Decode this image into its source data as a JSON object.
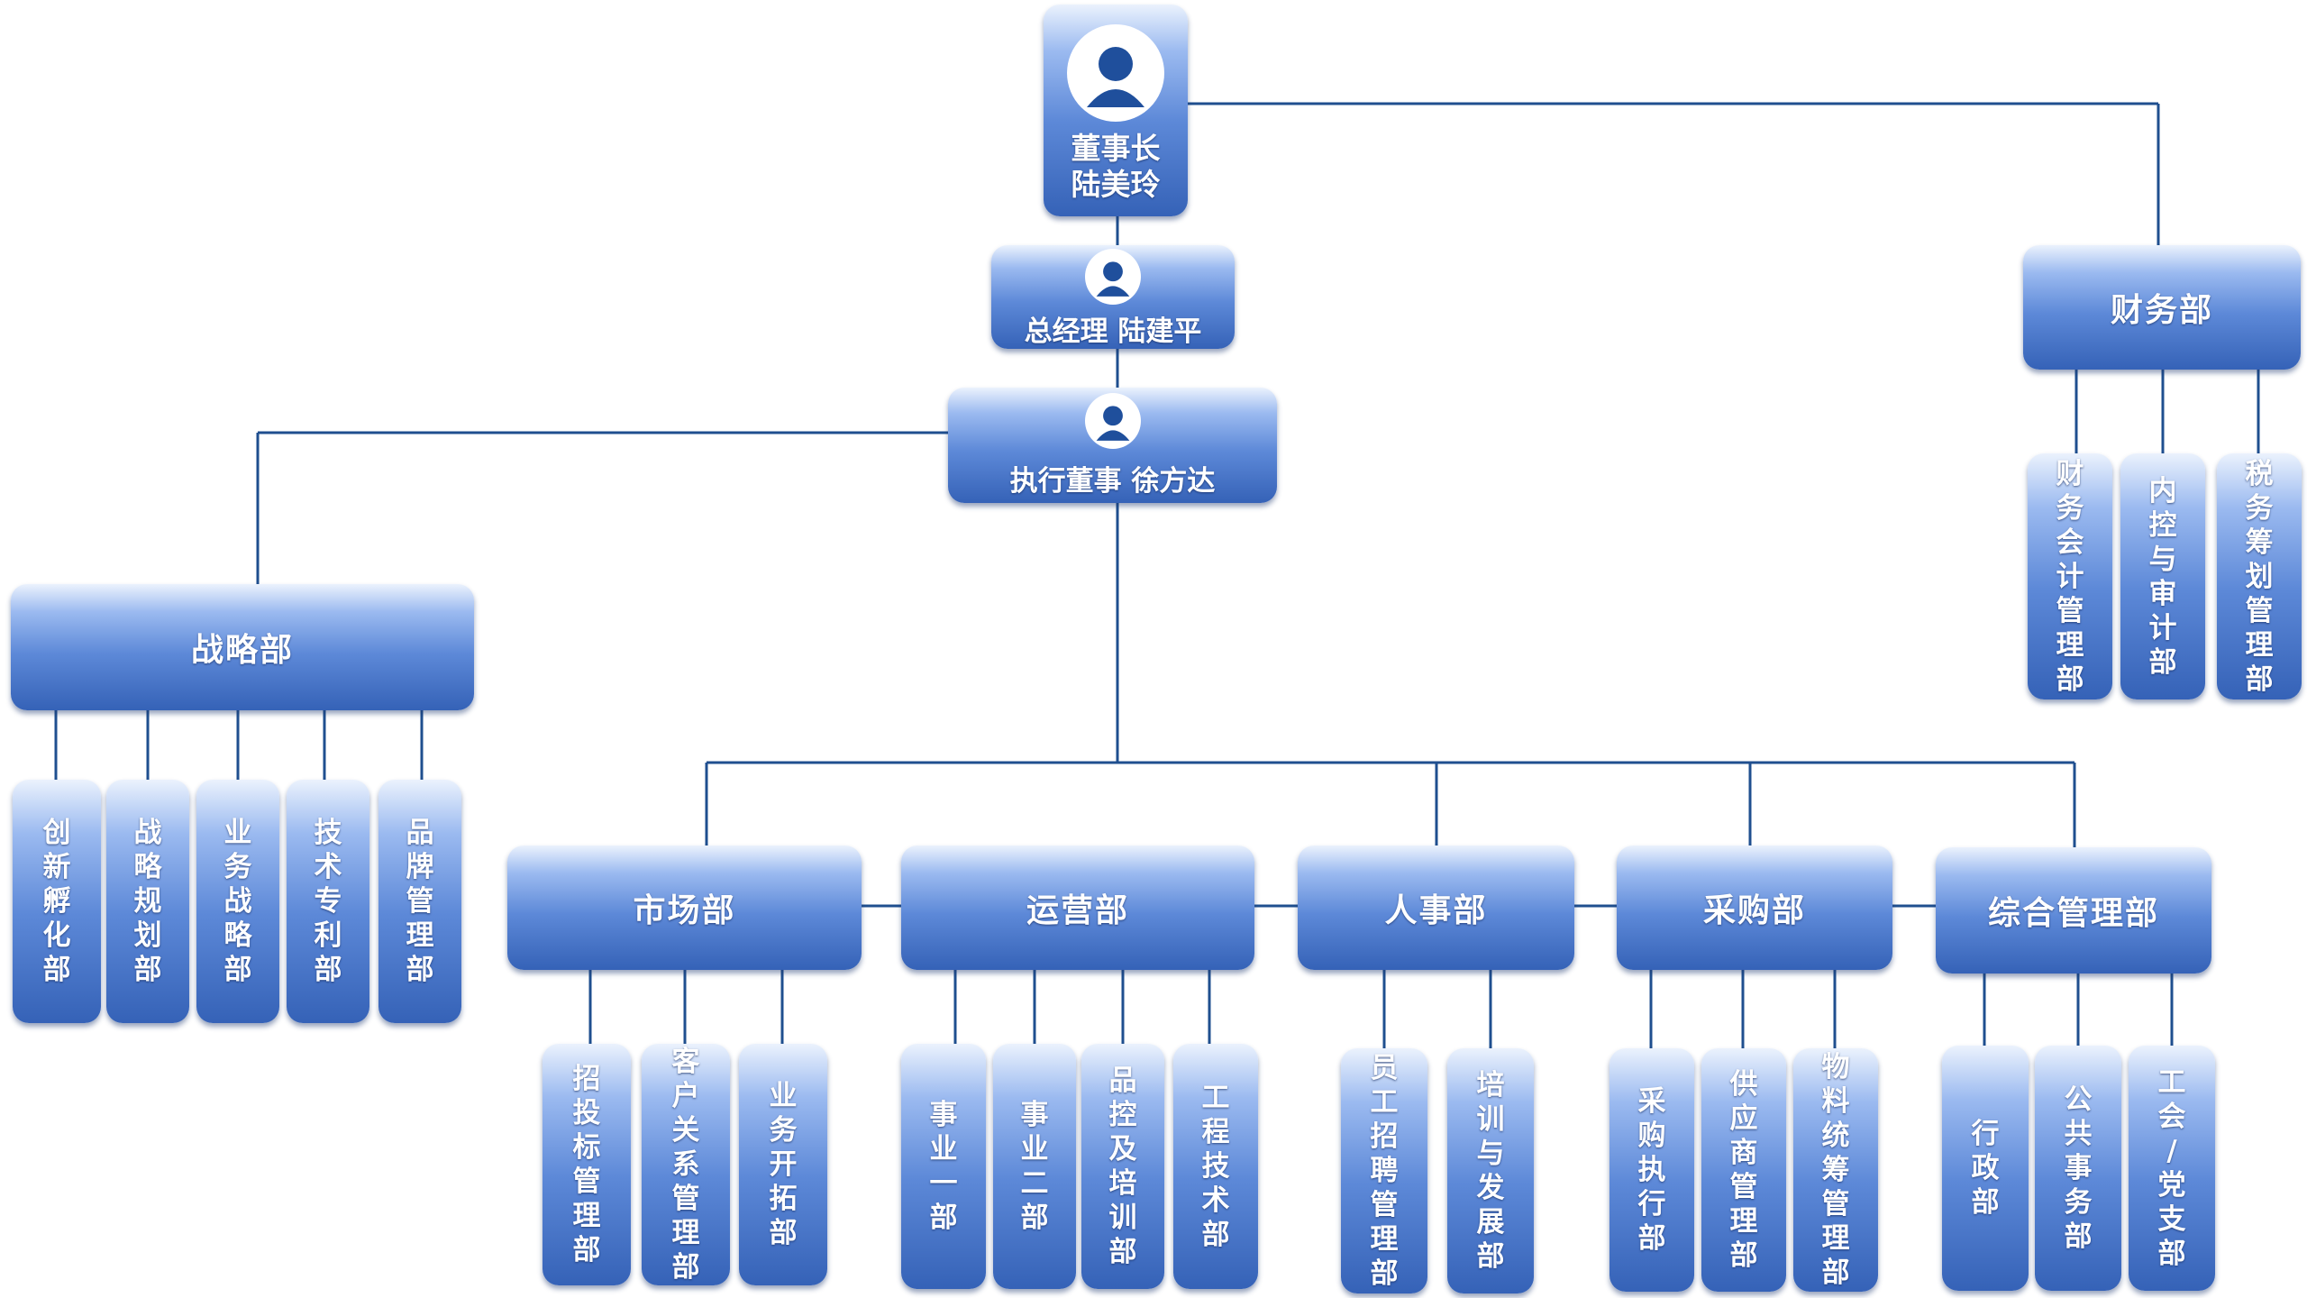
{
  "chairman": {
    "title": "董事长",
    "name": "陆美玲"
  },
  "general_manager": {
    "label": "总经理 陆建平"
  },
  "exec_director": {
    "label": "执行董事 徐方达"
  },
  "finance": {
    "label": "财务部",
    "subs": [
      "财务会计管理部",
      "内控与审计部",
      "税务筹划管理部"
    ]
  },
  "strategy": {
    "label": "战略部",
    "subs": [
      "创新孵化部",
      "战略规划部",
      "业务战略部",
      "技术专利部",
      "品牌管理部"
    ]
  },
  "departments": [
    {
      "label": "市场部",
      "subs": [
        "招投标管理部",
        "客户关系管理部",
        "业务开拓部"
      ]
    },
    {
      "label": "运营部",
      "subs": [
        "事业一部",
        "事业二部",
        "品控及培训部",
        "工程技术部"
      ]
    },
    {
      "label": "人事部",
      "subs": [
        "员工招聘管理部",
        "培训与发展部"
      ]
    },
    {
      "label": "采购部",
      "subs": [
        "采购执行部",
        "供应商管理部",
        "物料统筹管理部"
      ]
    },
    {
      "label": "综合管理部",
      "subs": [
        "行政部",
        "公共事务部",
        "工会/党支部"
      ]
    }
  ]
}
